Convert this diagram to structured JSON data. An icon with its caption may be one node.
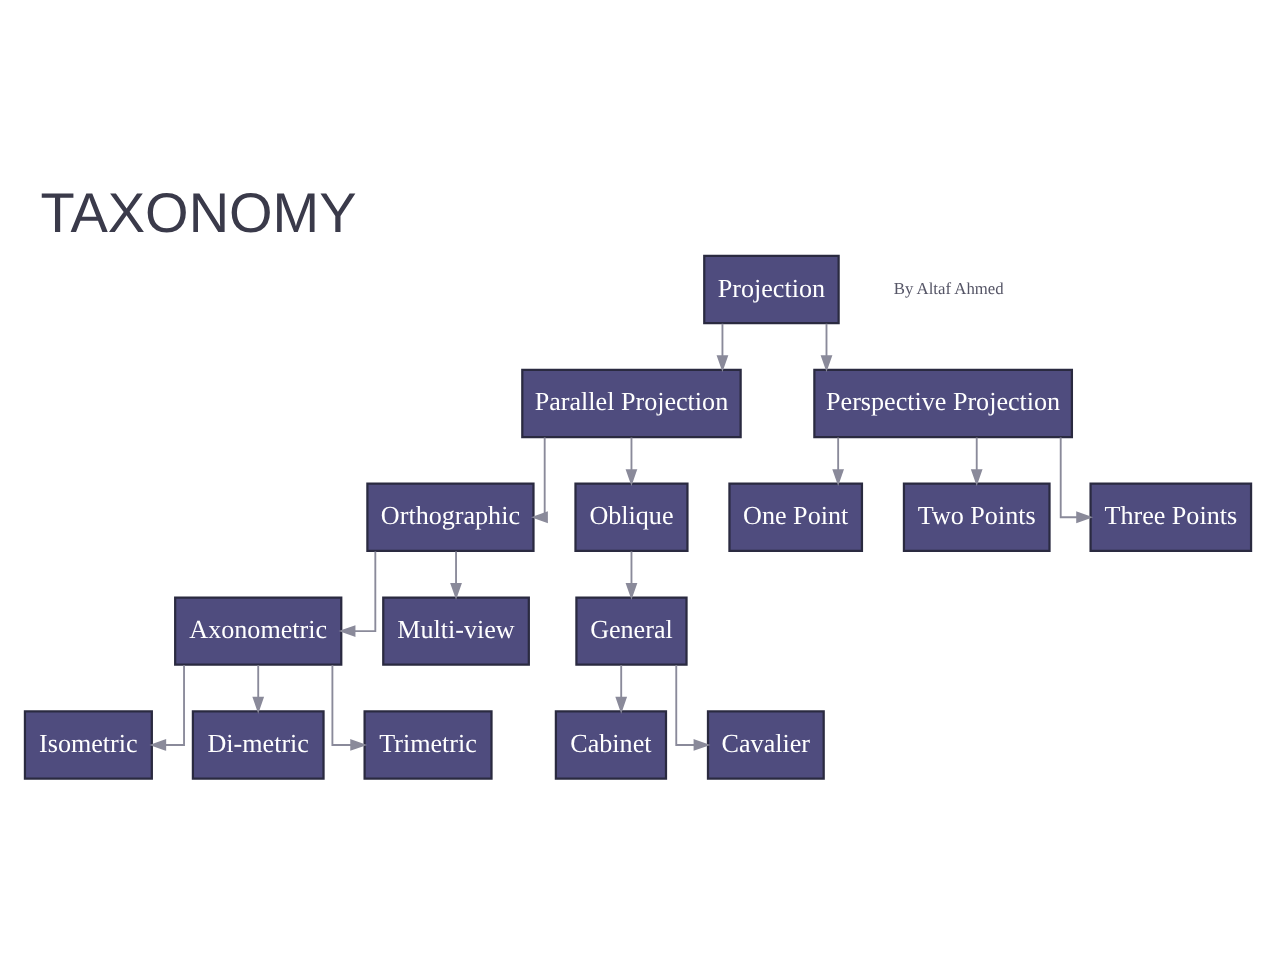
{
  "diagram": {
    "title": "TAXONOMY",
    "nodes": [
      {
        "text": [
          "Projection"
        ]
      },
      {
        "text": [
          "Parallel Projection"
        ]
      },
      {
        "text": [
          "Perspective Projection"
        ]
      },
      {
        "text": [
          "Orthographic"
        ]
      },
      {
        "text": [
          "Oblique"
        ]
      },
      {
        "text": [
          "One Point"
        ]
      },
      {
        "text": [
          "Axonometric"
        ]
      },
      {
        "text": [
          "Multi-view"
        ]
      },
      {
        "text": [
          "General"
        ]
      },
      {
        "text": [
          "Two Points"
        ]
      },
      {
        "text": [
          "Three Points"
        ]
      },
      {
        "text": [
          "Isometric"
        ]
      },
      {
        "text": [
          "Di-metric"
        ]
      },
      {
        "text": [
          "Trimetric"
        ]
      },
      {
        "text": [
          "Cabinet"
        ]
      },
      {
        "text": [
          "Cavalier"
        ]
      }
    ],
    "edges": [
      {
        "from": 0,
        "to": 1,
        "arrow": "to"
      },
      {
        "from": 0,
        "to": 2,
        "arrow": "to"
      },
      {
        "from": 1,
        "to": 3,
        "arrow": "to"
      },
      {
        "from": 1,
        "to": 4,
        "arrow": "to"
      },
      {
        "from": 3,
        "to": 6,
        "arrow": "to"
      },
      {
        "from": 3,
        "to": 7,
        "arrow": "to"
      },
      {
        "from": 4,
        "to": 8,
        "arrow": "to"
      },
      {
        "from": 2,
        "to": 5,
        "arrow": "to"
      },
      {
        "from": 2,
        "to": 9,
        "arrow": "to"
      },
      {
        "from": 2,
        "to": 10,
        "arrow": "to"
      },
      {
        "from": 6,
        "to": 11,
        "arrow": "to"
      },
      {
        "from": 6,
        "to": 12,
        "arrow": "to"
      },
      {
        "from": 6,
        "to": 13,
        "arrow": "to"
      },
      {
        "from": 8,
        "to": 14,
        "arrow": "to"
      },
      {
        "from": 8,
        "to": 15,
        "arrow": "to"
      }
    ],
    "labels": [
      "By Altaf Ahmed"
    ]
  }
}
